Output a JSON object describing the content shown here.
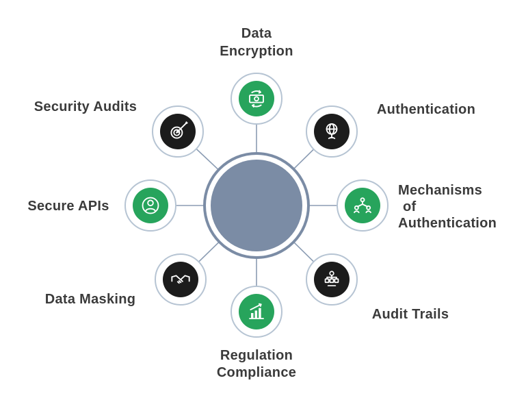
{
  "colors": {
    "green": "#27a45c",
    "dark": "#1c1c1c",
    "center_fill": "#7b8ca5",
    "connector": "#8b9cb3",
    "node_ring": "#b6c4d3",
    "label_text": "#3b3b3b"
  },
  "nodes": [
    {
      "label_lines": [
        "Data",
        "Encryption"
      ],
      "icon": "currency-exchange-icon",
      "variant": "green",
      "position": "top"
    },
    {
      "label_lines": [
        "Authentication"
      ],
      "icon": "globe-icon",
      "variant": "dark",
      "position": "top-right"
    },
    {
      "label_lines": [
        "Mechanisms",
        "of",
        "Authentication"
      ],
      "icon": "user-network-icon",
      "variant": "green",
      "position": "right"
    },
    {
      "label_lines": [
        "Audit Trails"
      ],
      "icon": "workflow-icon",
      "variant": "dark",
      "position": "bottom-right"
    },
    {
      "label_lines": [
        "Regulation",
        "Compliance"
      ],
      "icon": "growth-chart-icon",
      "variant": "green",
      "position": "bottom"
    },
    {
      "label_lines": [
        "Data Masking"
      ],
      "icon": "handshake-icon",
      "variant": "dark",
      "position": "bottom-left"
    },
    {
      "label_lines": [
        "Secure APIs"
      ],
      "icon": "person-icon",
      "variant": "green",
      "position": "left"
    },
    {
      "label_lines": [
        "Security Audits"
      ],
      "icon": "target-icon",
      "variant": "dark",
      "position": "top-left"
    }
  ]
}
